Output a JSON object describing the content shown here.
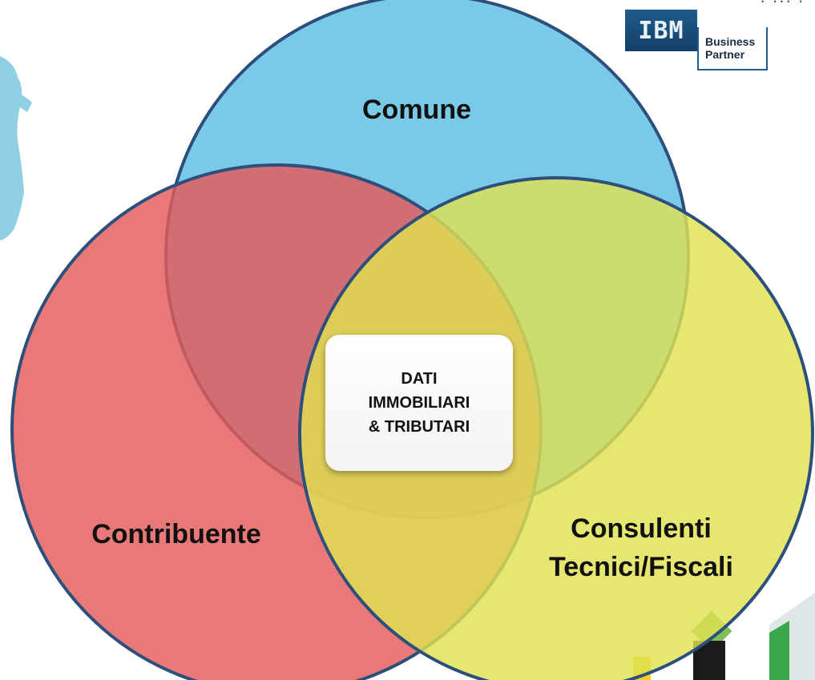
{
  "diagram": {
    "circles": [
      {
        "name": "Comune",
        "color": "#5bbde2"
      },
      {
        "name": "Contribuente",
        "color": "#e45a5a"
      },
      {
        "name": "Consulenti Tecnici/Fiscali",
        "color": "#dfe252"
      }
    ],
    "labels": {
      "comune": "Comune",
      "contribuente": "Contribuente",
      "consulenti_line1": "Consulenti",
      "consulenti_line2": "Tecnici/Fiscali"
    },
    "center": {
      "line1": "DATI",
      "line2": "IMMOBILIARI",
      "line3": "& TRIBUTARI"
    },
    "outline_color": "#2d4f7c"
  },
  "logo": {
    "mark": "IBM",
    "line1": "Business",
    "line2": "Partner"
  }
}
